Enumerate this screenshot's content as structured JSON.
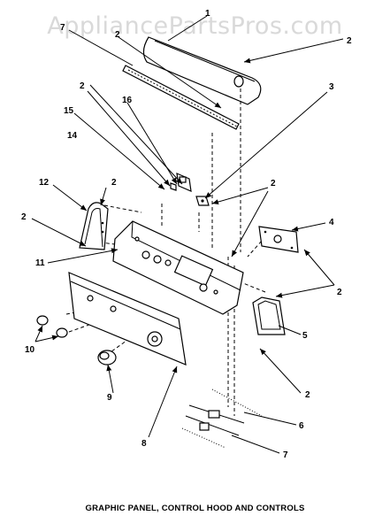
{
  "watermark": "AppliancePartsPros.com",
  "caption": "GRAPHIC PANEL, CONTROL HOOD AND CONTROLS",
  "callouts": {
    "c1": "1",
    "c2a": "2",
    "c2b": "2",
    "c2c": "2",
    "c2d": "2",
    "c2e": "2",
    "c2f": "2",
    "c2g": "2",
    "c2h": "2",
    "c2i": "2",
    "c3": "3",
    "c4": "4",
    "c5": "5",
    "c6": "6",
    "c7": "7",
    "c7b": "7",
    "c8": "8",
    "c9": "9",
    "c10": "10",
    "c11": "11",
    "c12": "12",
    "c14": "14",
    "c15": "15",
    "c16": "16"
  }
}
